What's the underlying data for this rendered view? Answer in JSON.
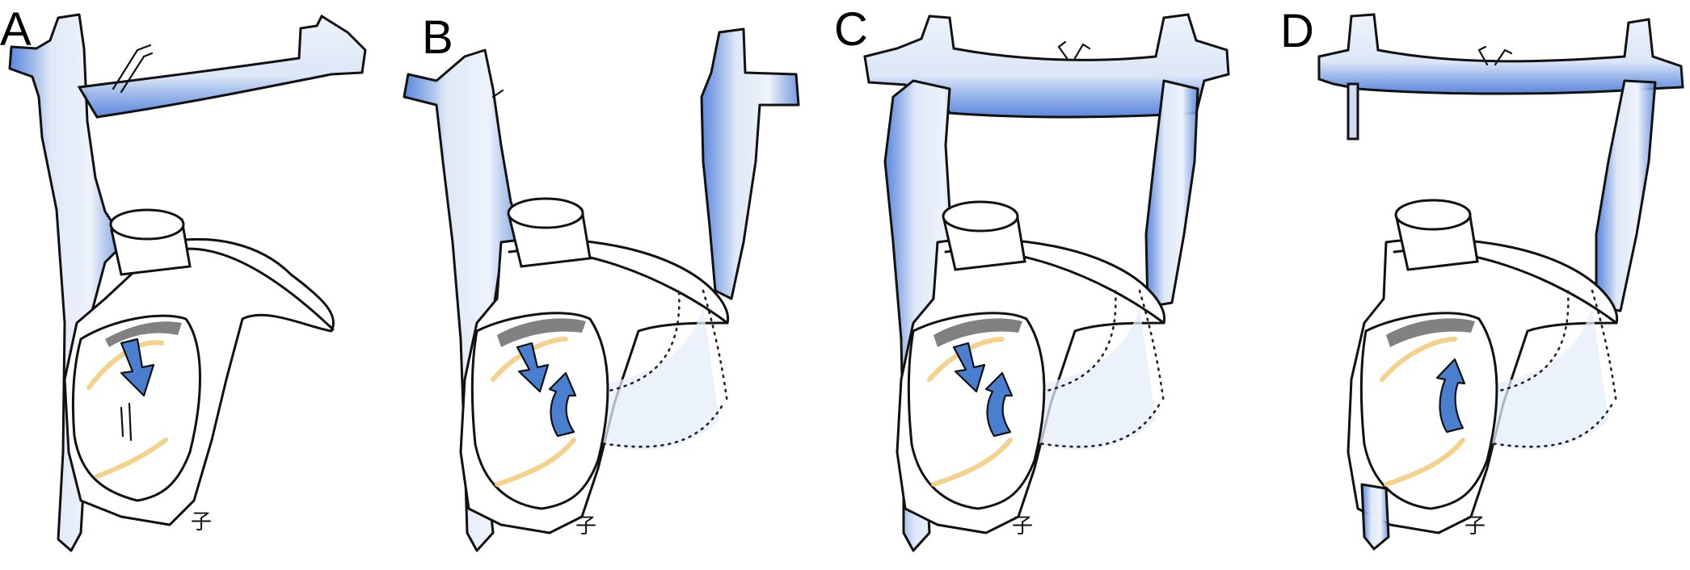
{
  "panels": [
    {
      "label": "A",
      "id": "a"
    },
    {
      "label": "B",
      "id": "b"
    },
    {
      "label": "C",
      "id": "c"
    },
    {
      "label": "D",
      "id": "d"
    }
  ],
  "colors": {
    "vein_light": "#eef3fb",
    "vein_blue": "#3f74d6",
    "arrow_blue": "#4a7fd0",
    "atrial_yellow": "#f3c978",
    "ink": "#111111"
  },
  "icons": [
    "flow-arrow-icon",
    "artist-signature-icon"
  ]
}
